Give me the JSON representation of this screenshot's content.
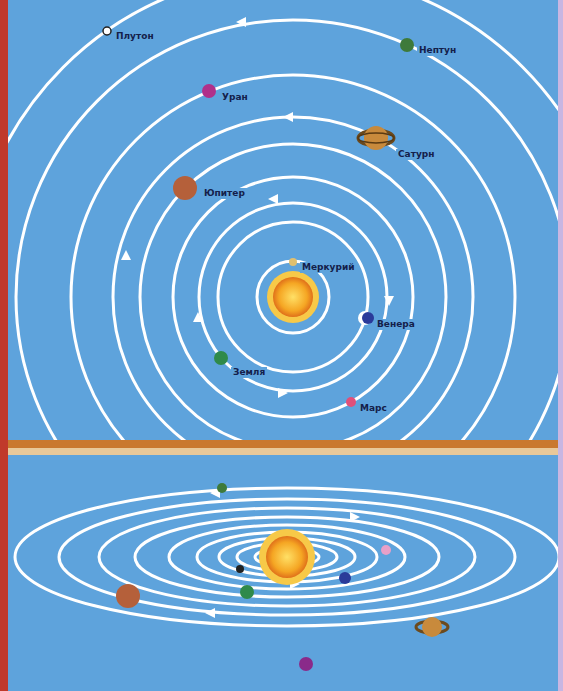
{
  "diagram": {
    "labels": [
      "Плутон",
      "Нептун",
      "Уран",
      "Сатурн",
      "Юпитер",
      "Меркурий",
      "Венера",
      "Земля",
      "Марс"
    ]
  }
}
